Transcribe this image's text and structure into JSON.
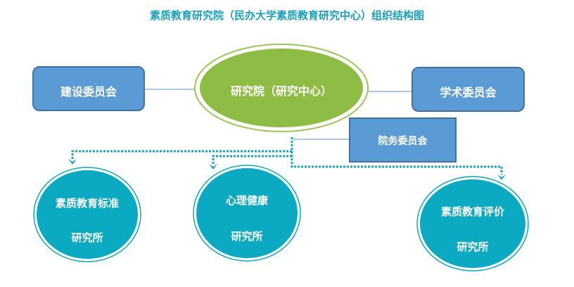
{
  "title": "素质教育研究院（民办大学素质教育研究中心）组织结构图",
  "nodes": {
    "center": "研究院（研究中心）",
    "left_box": "建设委员会",
    "right_box": "学术委员会",
    "affairs_box": "院务委员会",
    "inst1": {
      "line1": "素质教育标准",
      "line2": "研究所"
    },
    "inst2": {
      "line1": "心理健康",
      "line2": "研究所"
    },
    "inst3": {
      "line1": "素质教育评价",
      "line2": "研究所"
    }
  },
  "colors": {
    "title": "#19a0b8",
    "box": "#5b9bd5",
    "center": "#8fbc45",
    "circle": "#0ba9c2"
  }
}
